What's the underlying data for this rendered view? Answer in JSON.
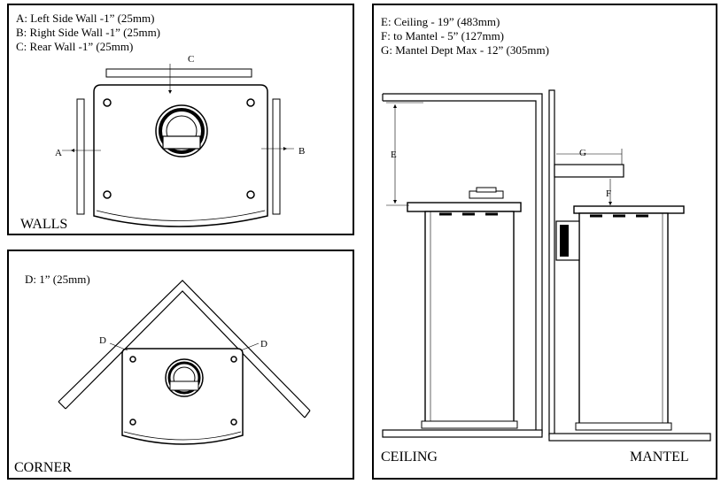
{
  "walls": {
    "lines": [
      "A: Left Side Wall -1” (25mm)",
      "B: Right Side Wall -1” (25mm)",
      "C: Rear Wall -1” (25mm)"
    ],
    "title": "WALLS",
    "label_a": "A",
    "label_b": "B",
    "label_c": "C"
  },
  "corner": {
    "line": "D: 1” (25mm)",
    "title": "CORNER",
    "label_d_left": "D",
    "label_d_right": "D"
  },
  "ceiling_mantel": {
    "lines": [
      "E: Ceiling - 19” (483mm)",
      "F: to Mantel - 5” (127mm)",
      "G: Mantel Dept Max - 12” (305mm)"
    ],
    "title_ceiling": "CEILING",
    "title_mantel": "MANTEL",
    "label_e": "E",
    "label_f": "F",
    "label_g": "G"
  }
}
